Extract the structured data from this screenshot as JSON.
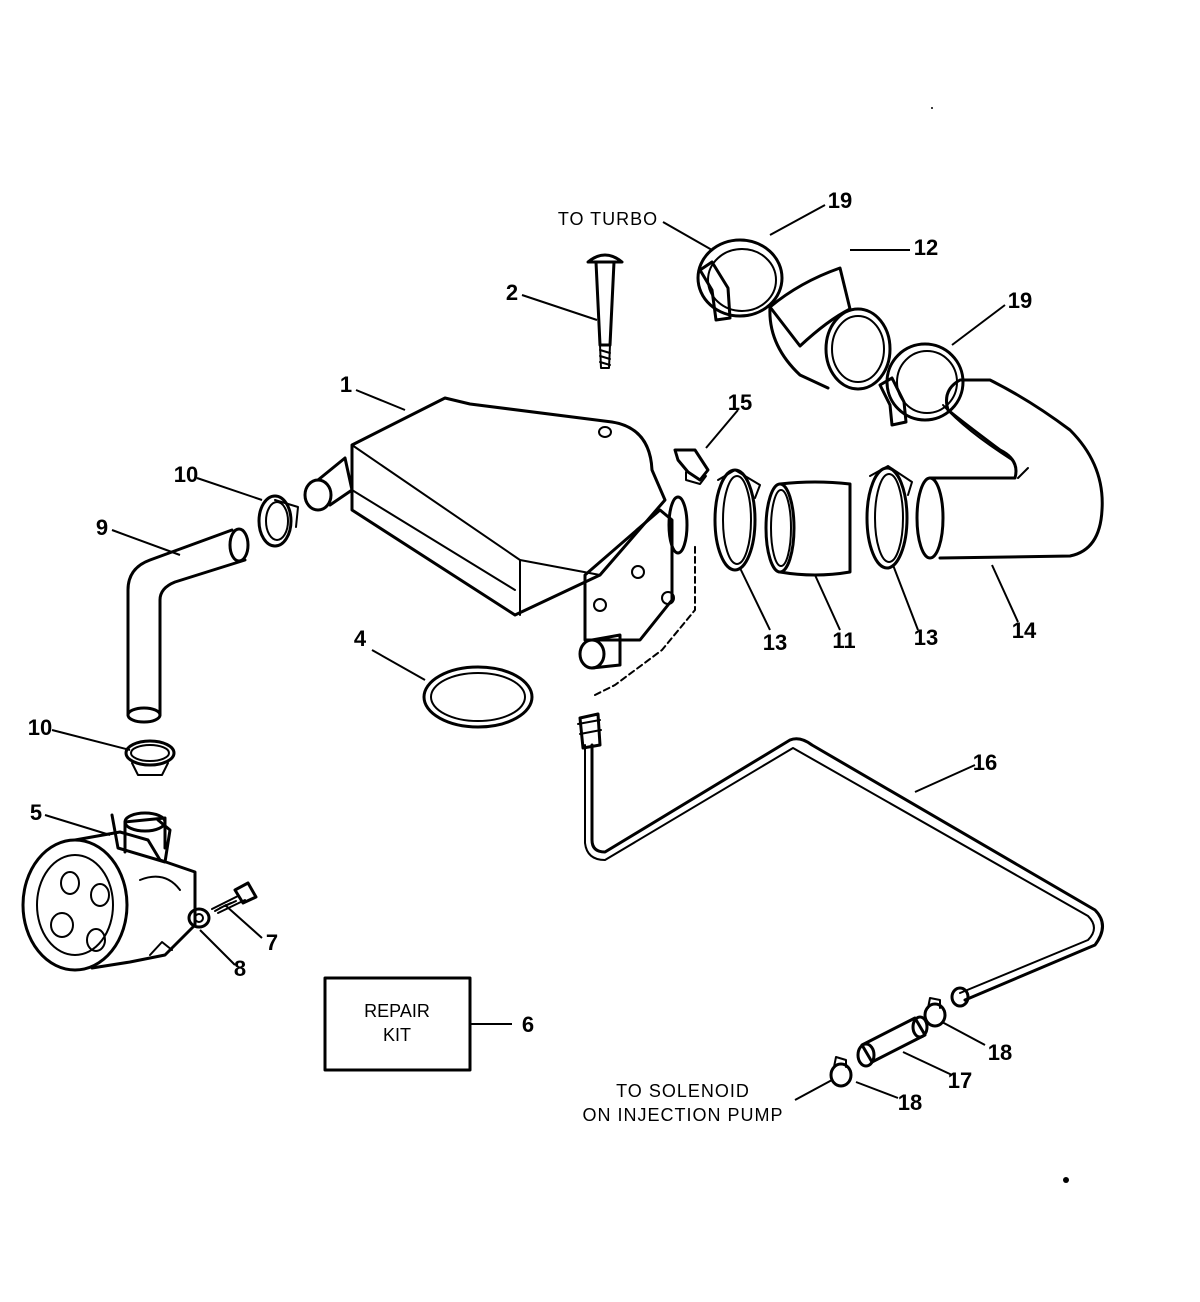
{
  "notes": {
    "to_turbo": "TO TURBO",
    "to_solenoid_line1": "TO SOLENOID",
    "to_solenoid_line2": "ON INJECTION PUMP"
  },
  "repair_kit": {
    "line1": "REPAIR",
    "line2": "KIT"
  },
  "callouts": {
    "c1": "1",
    "c2": "2",
    "c4": "4",
    "c5": "5",
    "c6": "6",
    "c7": "7",
    "c8": "8",
    "c9": "9",
    "c10a": "10",
    "c10b": "10",
    "c11": "11",
    "c12": "12",
    "c13a": "13",
    "c13b": "13",
    "c14": "14",
    "c15": "15",
    "c16": "16",
    "c17": "17",
    "c18a": "18",
    "c18b": "18",
    "c19a": "19",
    "c19b": "19"
  }
}
